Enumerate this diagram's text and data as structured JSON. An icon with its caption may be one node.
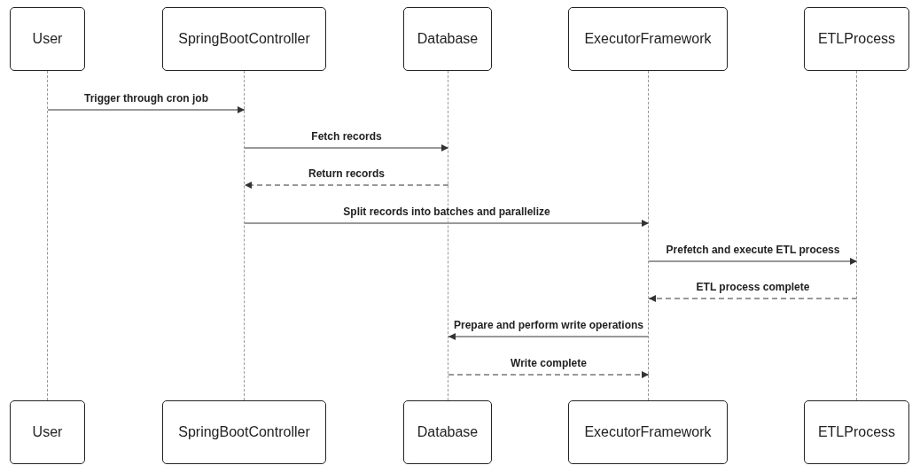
{
  "diagram": {
    "nodes": [
      {
        "text": [
          "User"
        ]
      },
      {
        "text": [
          "SpringBootController"
        ]
      },
      {
        "text": [
          "Database"
        ]
      },
      {
        "text": [
          "ExecutorFramework"
        ]
      },
      {
        "text": [
          "ETLProcess"
        ]
      },
      {
        "text": [
          "User"
        ]
      },
      {
        "text": [
          "SpringBootController"
        ]
      },
      {
        "text": [
          "Database"
        ]
      },
      {
        "text": [
          "ExecutorFramework"
        ]
      },
      {
        "text": [
          "ETLProcess"
        ]
      },
      {
        "text": [],
        "shape": "line"
      },
      {
        "text": [],
        "shape": "line"
      },
      {
        "text": [],
        "shape": "line"
      },
      {
        "text": [],
        "shape": "line"
      },
      {
        "text": [],
        "shape": "line"
      }
    ],
    "edges": [
      {
        "from": 10,
        "to": 11,
        "arrow": "to",
        "label": "Trigger through cron job"
      },
      {
        "from": 11,
        "to": 12,
        "arrow": "to",
        "label": "Fetch records"
      },
      {
        "from": 12,
        "to": 11,
        "arrow": "to",
        "label": "Return records",
        "style": "dashed"
      },
      {
        "from": 11,
        "to": 13,
        "arrow": "to",
        "label": "Split records into batches and parallelize"
      },
      {
        "from": 13,
        "to": 14,
        "arrow": "to",
        "label": "Prefetch and execute ETL process"
      },
      {
        "from": 14,
        "to": 13,
        "arrow": "to",
        "label": "ETL process complete",
        "style": "dashed"
      },
      {
        "from": 13,
        "to": 12,
        "arrow": "to",
        "label": "Prepare and perform write operations"
      },
      {
        "from": 12,
        "to": 13,
        "arrow": "to",
        "label": "Write complete",
        "style": "dashed"
      }
    ]
  }
}
